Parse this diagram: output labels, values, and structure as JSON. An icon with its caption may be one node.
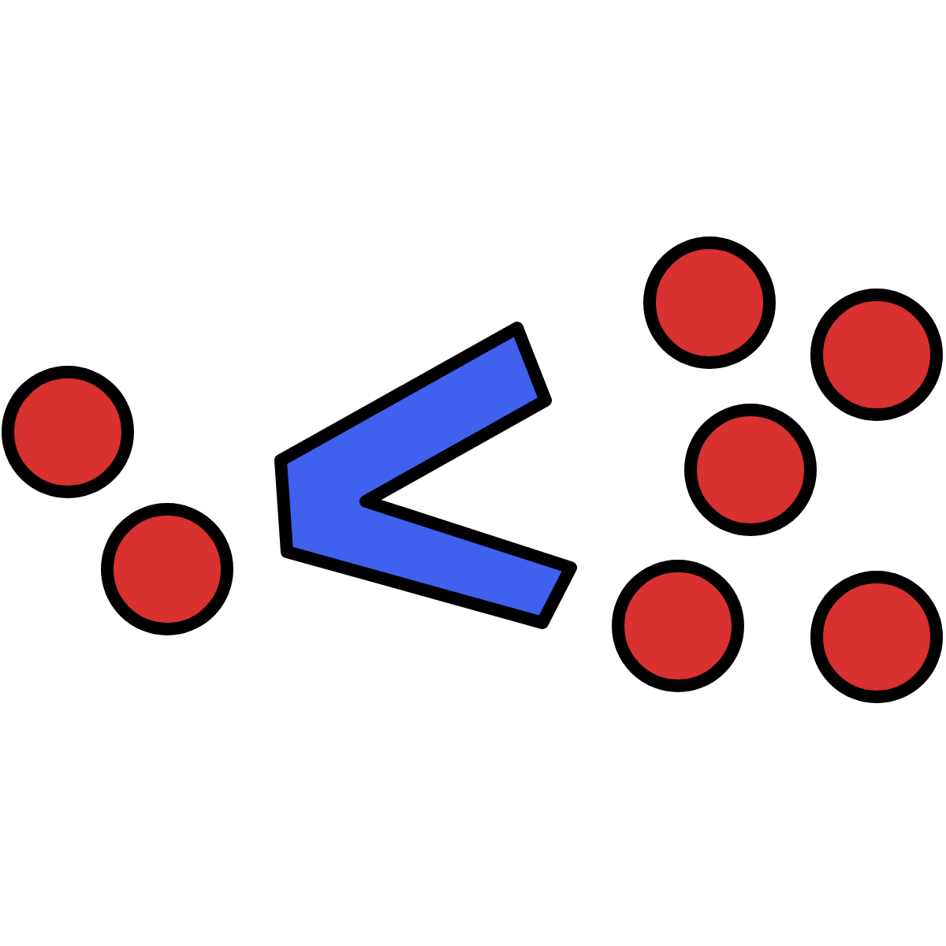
{
  "diagram": {
    "nodes": [
      {
        "text": [],
        "shape": "circle"
      },
      {
        "text": [],
        "shape": "circle"
      },
      {
        "text": [],
        "shape": "chevron"
      },
      {
        "text": [],
        "shape": "circle"
      },
      {
        "text": [],
        "shape": "circle"
      },
      {
        "text": [],
        "shape": "circle"
      },
      {
        "text": [],
        "shape": "circle"
      },
      {
        "text": [],
        "shape": "circle"
      }
    ]
  }
}
